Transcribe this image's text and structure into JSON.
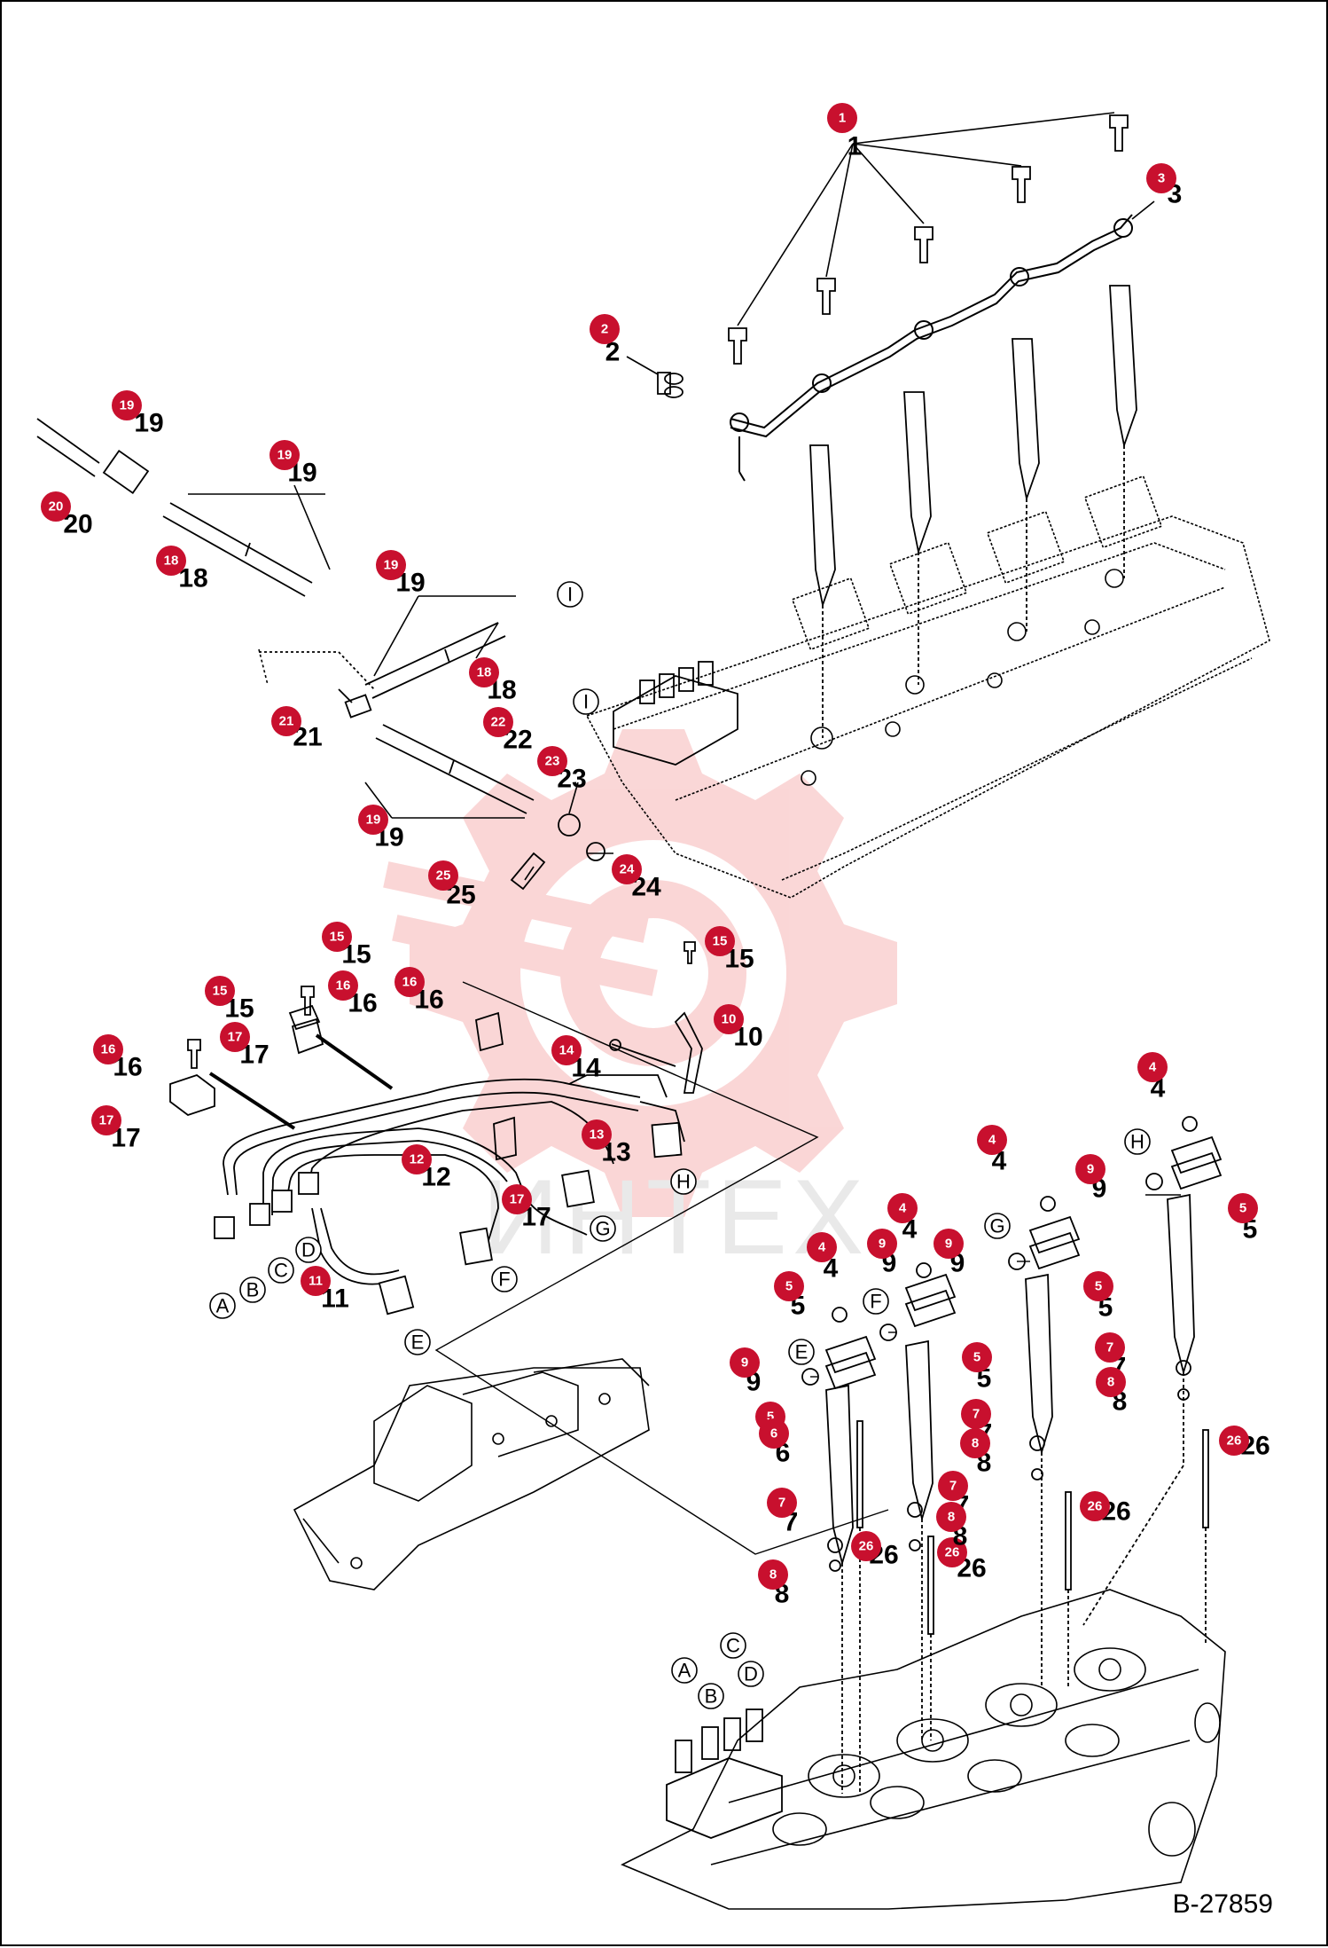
{
  "reference_code": "B-27859",
  "watermark_text": "ИНТЕХ",
  "colors": {
    "callout": "#c8102e",
    "line": "#000000",
    "watermark": "#f6b6b6"
  },
  "callouts": [
    {
      "num": "1"
    },
    {
      "num": "2"
    },
    {
      "num": "3"
    },
    {
      "num": "19"
    },
    {
      "num": "19"
    },
    {
      "num": "20"
    },
    {
      "num": "18"
    },
    {
      "num": "19"
    },
    {
      "num": "18"
    },
    {
      "num": "21"
    },
    {
      "num": "22"
    },
    {
      "num": "23"
    },
    {
      "num": "19"
    },
    {
      "num": "25"
    },
    {
      "num": "24"
    },
    {
      "num": "15"
    },
    {
      "num": "16"
    },
    {
      "num": "15"
    },
    {
      "num": "17"
    },
    {
      "num": "16"
    },
    {
      "num": "15"
    },
    {
      "num": "16"
    },
    {
      "num": "10"
    },
    {
      "num": "14"
    },
    {
      "num": "17"
    },
    {
      "num": "13"
    },
    {
      "num": "12"
    },
    {
      "num": "17"
    },
    {
      "num": "11"
    },
    {
      "num": "4"
    },
    {
      "num": "4"
    },
    {
      "num": "9"
    },
    {
      "num": "5"
    },
    {
      "num": "4"
    },
    {
      "num": "9"
    },
    {
      "num": "9"
    },
    {
      "num": "5"
    },
    {
      "num": "4"
    },
    {
      "num": "5"
    },
    {
      "num": "5"
    },
    {
      "num": "9"
    },
    {
      "num": "5"
    },
    {
      "num": "6"
    },
    {
      "num": "7"
    },
    {
      "num": "8"
    },
    {
      "num": "7"
    },
    {
      "num": "8"
    },
    {
      "num": "7"
    },
    {
      "num": "8"
    },
    {
      "num": "26"
    },
    {
      "num": "26"
    },
    {
      "num": "26"
    },
    {
      "num": "7"
    },
    {
      "num": "26"
    },
    {
      "num": "8"
    }
  ],
  "letters": [
    "I",
    "I",
    "H",
    "G",
    "F",
    "E",
    "A",
    "B",
    "C",
    "D",
    "H",
    "G",
    "F",
    "E",
    "A",
    "B",
    "C",
    "D"
  ]
}
